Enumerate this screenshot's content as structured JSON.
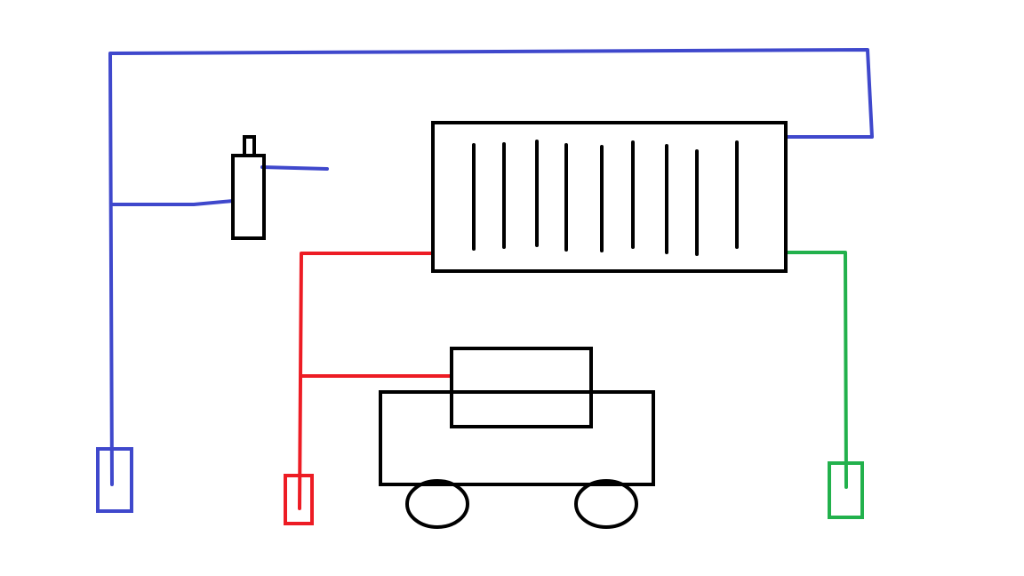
{
  "colors": {
    "background": "#ffffff",
    "black": "#000000",
    "blue": "#3f48cc",
    "red": "#ed1c24",
    "green": "#22b14c"
  },
  "diagram": {
    "components": [
      {
        "name": "radiator-unit",
        "kind": "finned rectangle",
        "fin_count": 9
      },
      {
        "name": "cylinder",
        "kind": "small vertical tank with nozzle"
      },
      {
        "name": "cart",
        "kind": "body with top box and two wheels",
        "wheel_count": 2
      },
      {
        "name": "blue-terminal",
        "color": "blue"
      },
      {
        "name": "red-terminal",
        "color": "red"
      },
      {
        "name": "green-terminal",
        "color": "green"
      }
    ],
    "wires": [
      {
        "name": "blue-wire",
        "color": "blue",
        "connects": [
          "blue-terminal",
          "cylinder",
          "radiator-unit"
        ]
      },
      {
        "name": "red-wire",
        "color": "red",
        "connects": [
          "red-terminal",
          "cart",
          "radiator-unit"
        ]
      },
      {
        "name": "green-wire",
        "color": "green",
        "connects": [
          "green-terminal",
          "radiator-unit"
        ]
      }
    ]
  }
}
